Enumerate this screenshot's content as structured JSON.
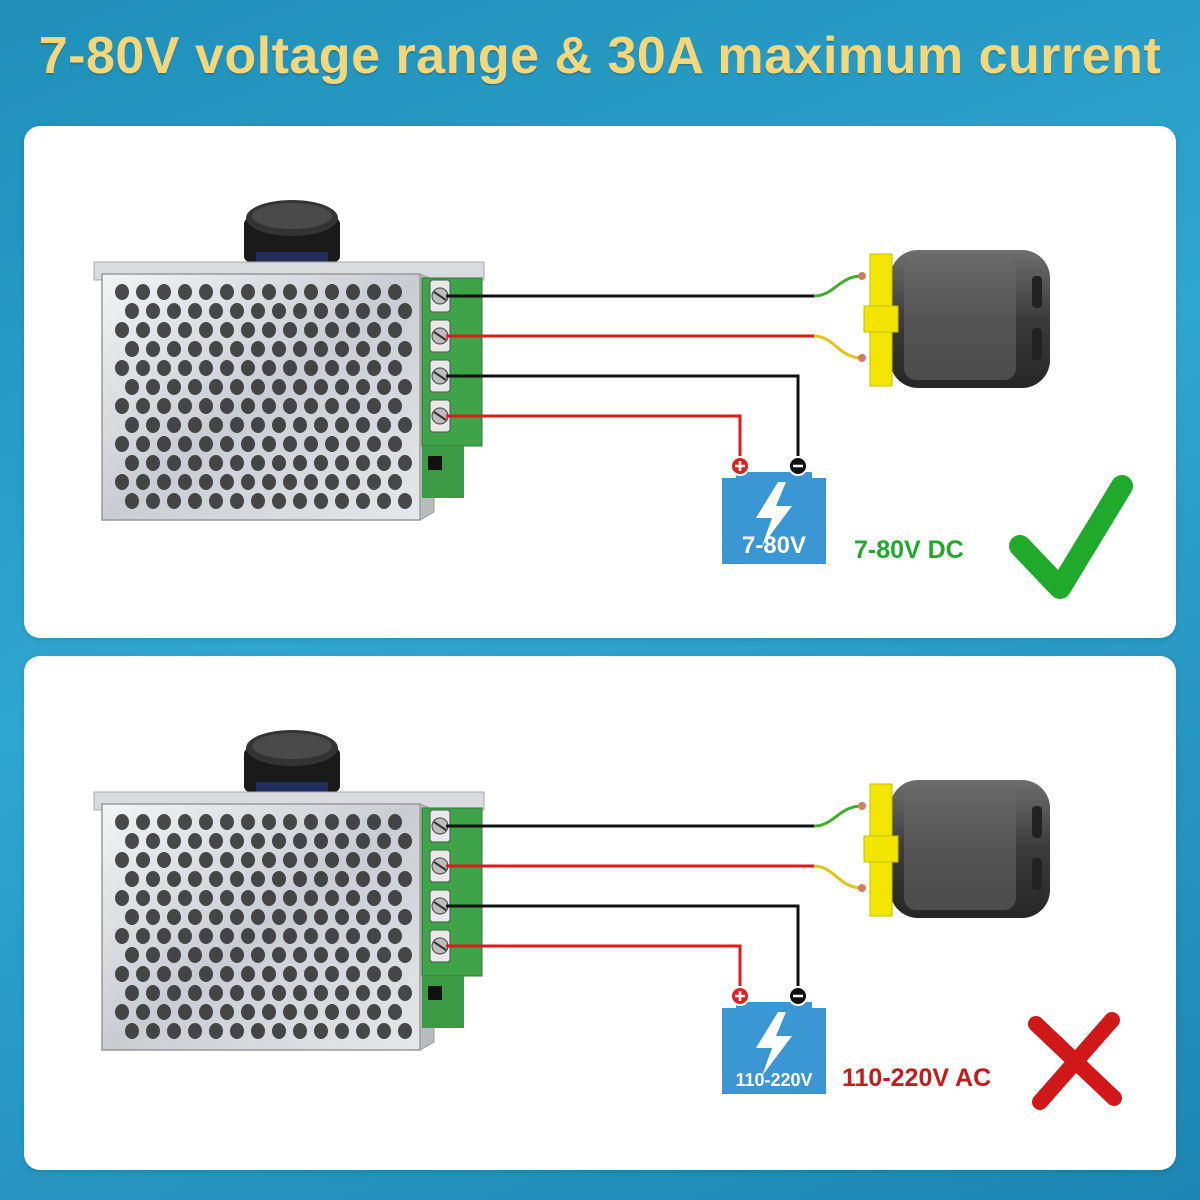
{
  "headline": "7-80V voltage range & 30A maximum current",
  "colors": {
    "background": "#2499c4",
    "headline": "#f4d77a",
    "correct": "#1faa2c",
    "incorrect": "#d01818",
    "battery": "#3b96d4",
    "terminal_block": "#3fa34a",
    "motor_cap": "#f2e600",
    "wire_red": "#e01a1a",
    "wire_black": "#111111"
  },
  "panels": [
    {
      "id": "correct",
      "battery_label": "7-80V",
      "voltage_label": "7-80V DC",
      "verdict_icon": "checkmark-icon",
      "verdict": "correct"
    },
    {
      "id": "incorrect",
      "battery_label": "110-220V",
      "voltage_label": "110-220V AC",
      "verdict_icon": "cross-icon",
      "verdict": "incorrect"
    }
  ],
  "icons": [
    "knob-icon",
    "controller-icon",
    "terminal-block-icon",
    "motor-icon",
    "battery-icon",
    "lightning-icon",
    "plus-icon",
    "minus-icon",
    "checkmark-icon",
    "cross-icon"
  ]
}
